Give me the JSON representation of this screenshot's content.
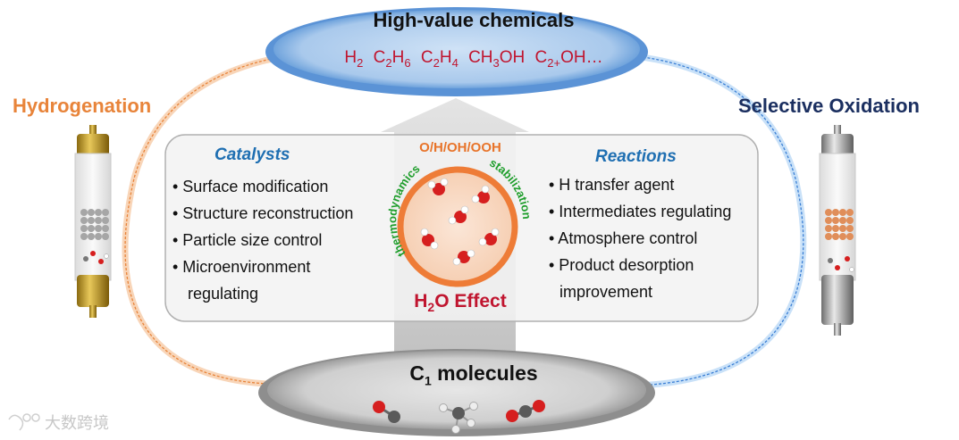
{
  "top": {
    "title": "High-value chemicals",
    "products": [
      "H2",
      "C2H6",
      "C2H4",
      "CH3OH",
      "C2+OH…"
    ]
  },
  "left": {
    "title": "Hydrogenation"
  },
  "right": {
    "title": "Selective Oxidation"
  },
  "catalysts": {
    "title": "Catalysts",
    "items": [
      "• Surface modification",
      "• Structure reconstruction",
      "• Particle size control",
      "• Microenvironment",
      "regulating"
    ]
  },
  "reactions": {
    "title": "Reactions",
    "items": [
      "• H transfer agent",
      "• Intermediates regulating",
      "• Atmosphere control",
      "• Product desorption",
      "improvement"
    ]
  },
  "center": {
    "species": "O/H/OH/OOH",
    "arc_left": "thermodynamics",
    "arc_right": "stabilization",
    "effect": "H2O Effect"
  },
  "bottom": {
    "title": "C1 molecules"
  },
  "watermark": "大数跨境",
  "colors": {
    "hydrogenation": "#e8843a",
    "oxidation": "#1b2f60",
    "product_red": "#c0152f",
    "panel_title_blue": "#1f6fb2",
    "arc_green": "#1f9e2c",
    "ring_orange": "#ee7c37"
  }
}
